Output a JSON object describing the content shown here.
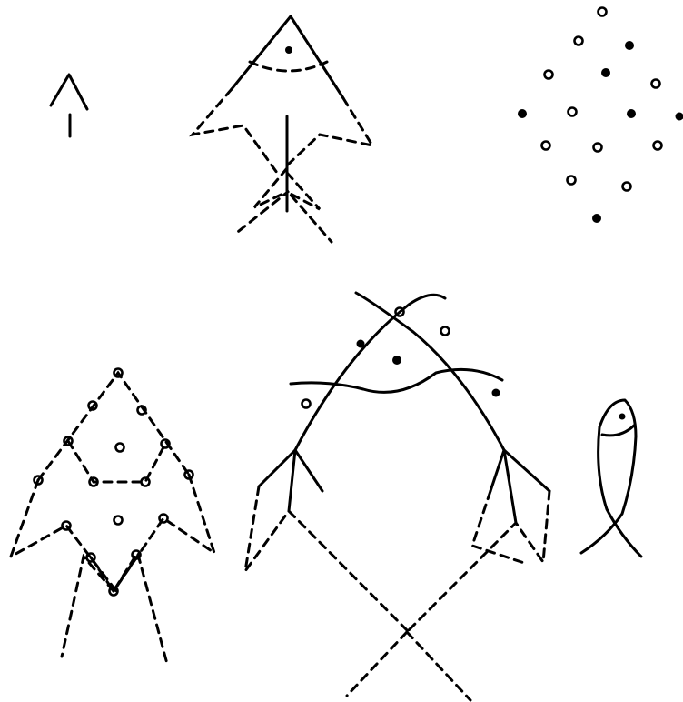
{
  "figure": {
    "panels": [
      "arrow-sign",
      "kite-fish-with-dashed-fins",
      "diamond-dot-cluster",
      "dotted-dashed-fish",
      "large-crossing-fish",
      "small-fish-outline"
    ],
    "stroke_color": "#000000",
    "background": "#ffffff"
  }
}
